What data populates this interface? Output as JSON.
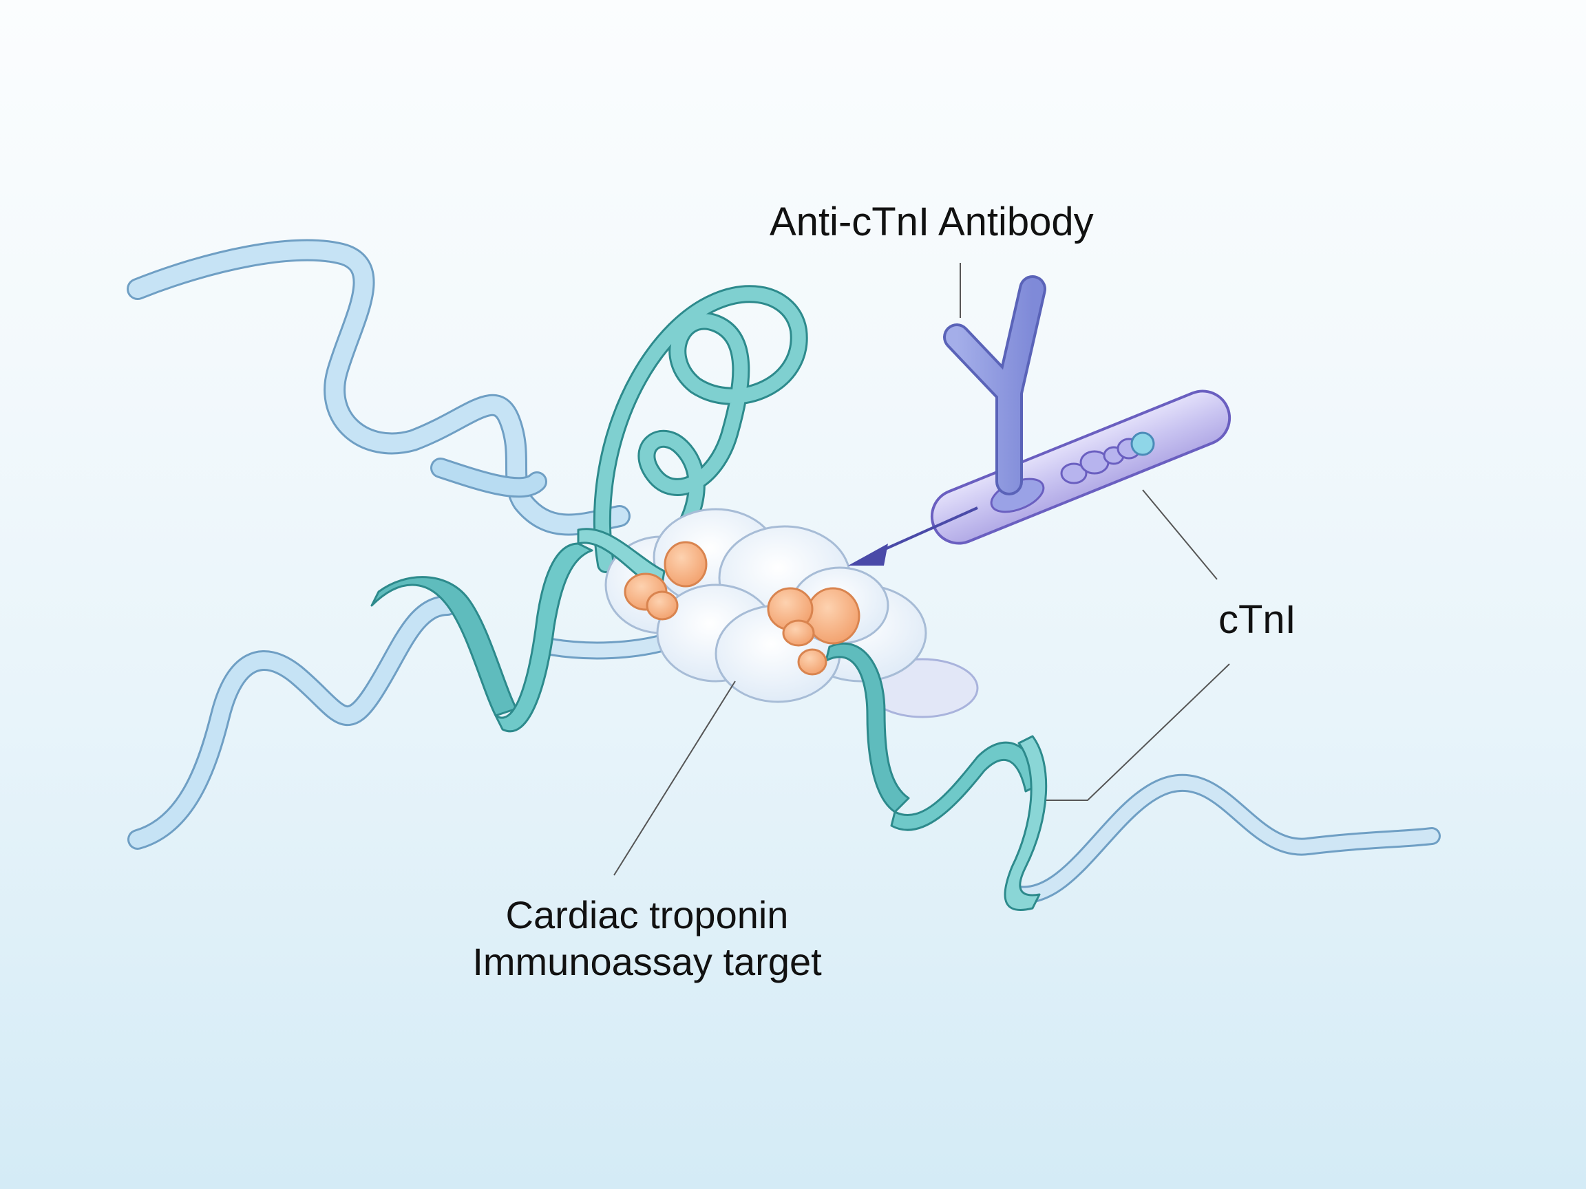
{
  "labels": {
    "antibody": "Anti-cTnI Antibody",
    "ctni": "cTnI",
    "target_line1": "Cardiac troponin",
    "target_line2": "Immunoassay target"
  },
  "colors": {
    "ribbon_light": "#b8dcf2",
    "ribbon_light_stroke": "#6f9fc4",
    "ribbon_teal": "#6fc9c9",
    "ribbon_teal_stroke": "#2d8a8c",
    "antibody": "#8d98e0",
    "antibody_stroke": "#5a63b8",
    "rod": "#c7c3f0",
    "rod_stroke": "#6a5fc0",
    "binding_site": "#f6b285",
    "binding_site_stroke": "#d9844f",
    "core": "#eef4fb",
    "arrow": "#4a4aa8",
    "leader_line": "#555555"
  }
}
